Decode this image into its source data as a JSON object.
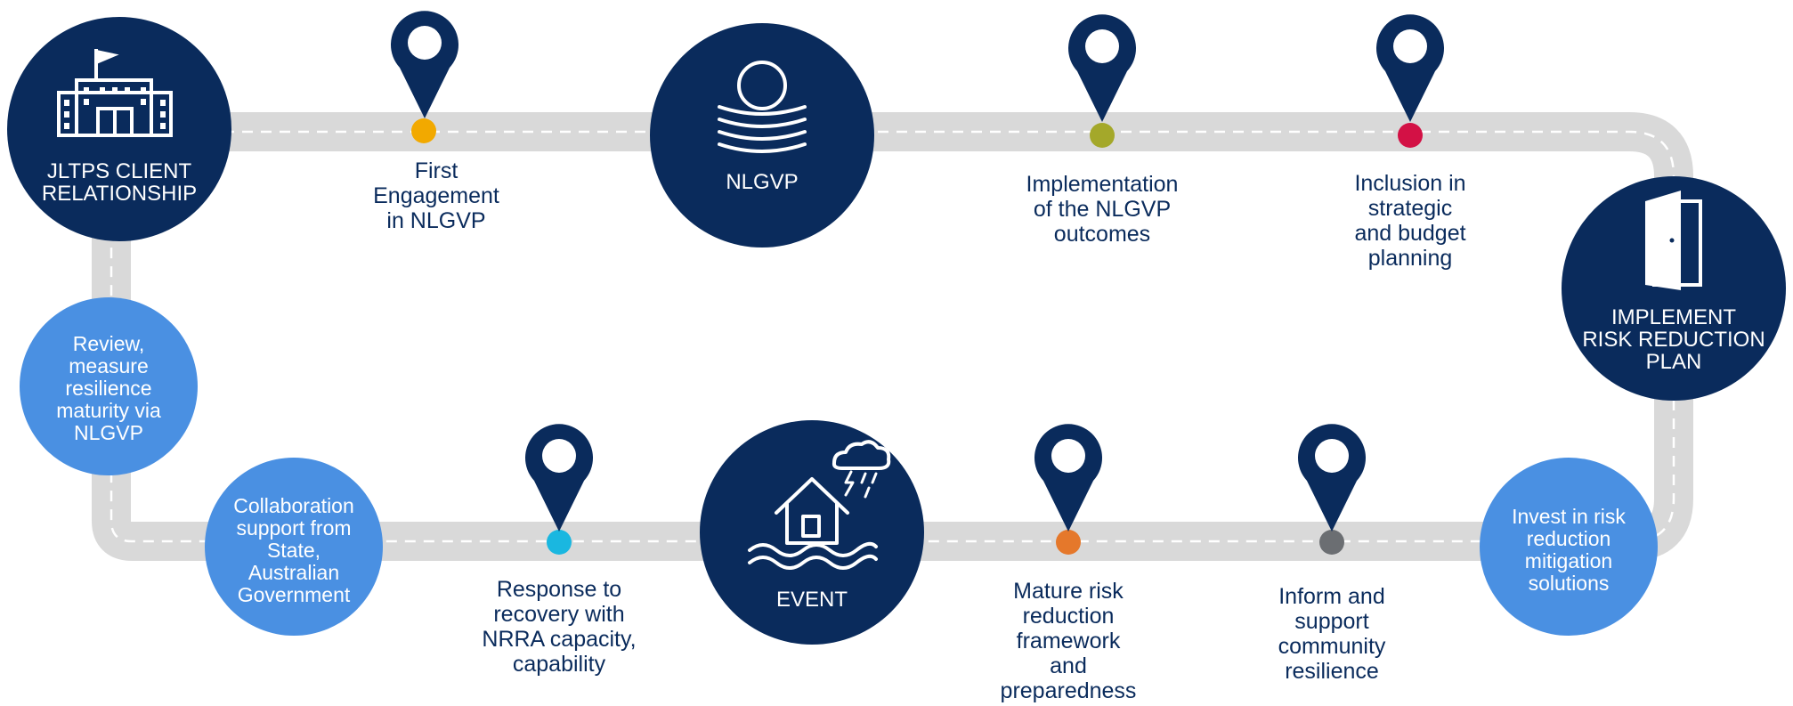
{
  "colors": {
    "navy": "#0a2b5c",
    "light_blue": "#4a90e2",
    "road": "#d9d9d9",
    "road_dash": "#ffffff",
    "marker_first_engagement": "#f2a900",
    "marker_implementation": "#a4a82a",
    "marker_inclusion": "#d31145",
    "marker_response": "#1ab7e0",
    "marker_mature": "#e5782b",
    "marker_inform": "#6b6e72"
  },
  "nodes": {
    "client": {
      "lines": [
        "JLTPS CLIENT",
        "RELATIONSHIP"
      ],
      "icon": "building-flag-icon"
    },
    "nlgvp": {
      "lines": [
        "NLGVP"
      ],
      "icon": "sun-waves-icon"
    },
    "implement": {
      "lines": [
        "IMPLEMENT",
        "RISK REDUCTION",
        "PLAN"
      ],
      "icon": "door-icon"
    },
    "event": {
      "lines": [
        "EVENT"
      ],
      "icon": "flooded-house-storm-icon"
    },
    "review": {
      "lines": [
        "Review,",
        "measure",
        "resilience",
        "maturity via",
        "NLGVP"
      ]
    },
    "collaboration": {
      "lines": [
        "Collaboration",
        "support from",
        "State,",
        "Australian",
        "Government"
      ]
    },
    "invest": {
      "lines": [
        "Invest in risk",
        "reduction",
        "mitigation",
        "solutions"
      ]
    }
  },
  "milestones": {
    "first_engagement": {
      "lines": [
        "First",
        "Engagement",
        "in NLGVP"
      ],
      "icon": "map-pin-icon"
    },
    "implementation": {
      "lines": [
        "Implementation",
        "of the NLGVP",
        "outcomes"
      ],
      "icon": "map-pin-icon"
    },
    "inclusion": {
      "lines": [
        "Inclusion in",
        "strategic",
        "and budget",
        "planning"
      ],
      "icon": "map-pin-icon"
    },
    "response": {
      "lines": [
        "Response to",
        "recovery with",
        "NRRA capacity,",
        "capability"
      ],
      "icon": "map-pin-icon"
    },
    "mature": {
      "lines": [
        "Mature risk",
        "reduction",
        "framework",
        "and",
        "preparedness"
      ],
      "icon": "map-pin-icon"
    },
    "inform": {
      "lines": [
        "Inform and",
        "support",
        "community",
        "resilience"
      ],
      "icon": "map-pin-icon"
    }
  }
}
